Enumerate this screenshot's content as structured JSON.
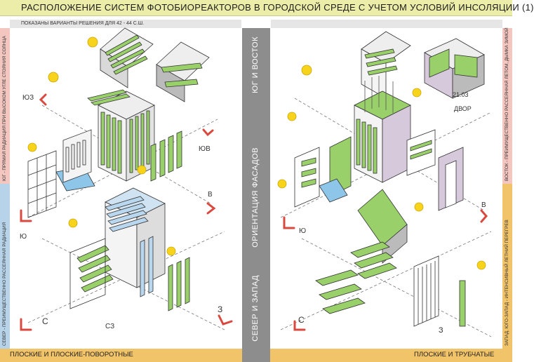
{
  "header": {
    "title": "РАСПОЛОЖЕНИЕ СИСТЕМ ФОТОБИОРЕАКТОРОВ В ГОРОДСКОЙ СРЕДЕ С УЧЕТОМ УСЛОВИЙ ИНСОЛЯЦИИ (1)",
    "subtitle": "ПОКАЗАНЫ ВАРИАНТЫ РЕШЕНИЯ ДЛЯ 42 - 44  С.Ш."
  },
  "left_side": {
    "top_label": "ЮГ - ПРЯМАЯ РАДИАЦИЯ ПРИ ВЫСОКОМ УГЛЕ СТОЯНИЯ СОЛНЦА",
    "bottom_label": "СЕВЕР - ПРЕИМУЩЕСТВЕННО РАССЕЯННАЯ РАДИАЦИЯ"
  },
  "right_side": {
    "top_label": "ВОСТОК - ПРЕИМУЩЕСТВЕННО РАССЕЯННАЯ ЛЕТОМ, ДЫМКА ЗИМОЙ",
    "bottom_label": "ЗАПАД, ЮГО-ЗАПАД - ИНТЕНСИВНЫЙ ЛЕТНИЙ ПЕРЕГРЕВ"
  },
  "center": {
    "top": "ЮГ И ВОСТОК",
    "middle": "ОРИЕНТАЦИЯ ФАСАДОВ",
    "bottom": "СЕВЕР И ЗАПАД"
  },
  "footer": {
    "left": "ПЛОСКИЕ И ПЛОСКИЕ-ПОВОРОТНЫЕ",
    "right": "ПЛОСКИЕ И ТРУБЧАТЫЕ"
  },
  "sketch_labels": {
    "yuz": "ЮЗ",
    "yuv": "ЮВ",
    "v_left": "В",
    "yu_left": "Ю",
    "s_left": "С",
    "sz": "СЗ",
    "z_left": "З",
    "date": "21.03",
    "dvor": "ДВОР",
    "yu_right": "Ю",
    "v_right": "В",
    "s_right": "С",
    "z_right": "З"
  },
  "colors": {
    "header": "#ededaa",
    "yellow_band": "#f2c46a",
    "pink_band": "#f3c6c0",
    "blue_band": "#b7d3e9",
    "center": "#8d8d8d",
    "panel_green": "#9ad06a",
    "sun": "#f7d31c"
  }
}
